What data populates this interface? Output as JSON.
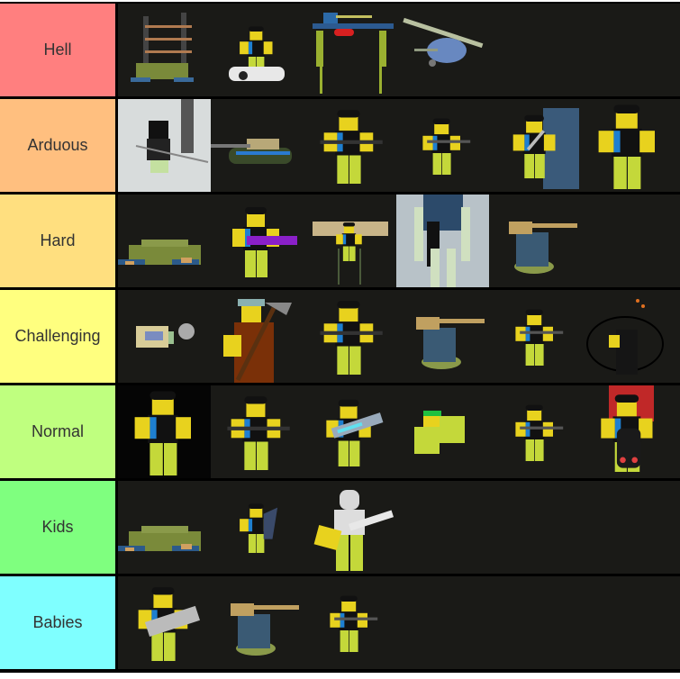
{
  "colors": {
    "background": "#1a1a17",
    "border": "#000000",
    "label_text": "#333333"
  },
  "tiers": [
    {
      "label": "Hell",
      "color": "#ff7f7f",
      "items": [
        {
          "name": "tesla-tower-unit",
          "bg": "#1a1a17",
          "kind": "tower"
        },
        {
          "name": "commander-on-vehicle-unit",
          "bg": "#1a1a17",
          "kind": "vehicle-rider"
        },
        {
          "name": "walker-mech-tank-unit",
          "bg": "#1a1a17",
          "kind": "mech"
        },
        {
          "name": "helicopter-unit",
          "bg": "#1a1a17",
          "kind": "heli"
        }
      ]
    },
    {
      "label": "Arduous",
      "color": "#ffbf7f",
      "items": [
        {
          "name": "flamethrower-soldier-snow-unit",
          "bg": "#d8dcdc",
          "kind": "soldier-snow"
        },
        {
          "name": "tank-unit",
          "bg": "#1a1a17",
          "kind": "tank"
        },
        {
          "name": "striped-rifle-soldier-unit",
          "bg": "#1a1a17",
          "kind": "soldier"
        },
        {
          "name": "helmet-rifle-soldier-unit",
          "bg": "#1a1a17",
          "kind": "soldier-small"
        },
        {
          "name": "engineer-wrench-unit",
          "bg": "#1a1a17",
          "kind": "engineer"
        },
        {
          "name": "heavy-armored-soldier-unit",
          "bg": "#1a1a17",
          "kind": "soldier-heavy"
        }
      ]
    },
    {
      "label": "Hard",
      "color": "#ffdf7f",
      "items": [
        {
          "name": "bunker-base-lights-unit",
          "bg": "#1a1a17",
          "kind": "bunker"
        },
        {
          "name": "purple-weapon-soldier-unit",
          "bg": "#1a1a17",
          "kind": "soldier-purple"
        },
        {
          "name": "tan-turret-walker-unit",
          "bg": "#1a1a17",
          "kind": "walker"
        },
        {
          "name": "pale-mech-robot-unit",
          "bg": "#b8c2c8",
          "kind": "robot"
        },
        {
          "name": "gold-turret-unit",
          "bg": "#1a1a17",
          "kind": "turret"
        }
      ]
    },
    {
      "label": "Challenging",
      "color": "#ffff7f",
      "items": [
        {
          "name": "crawling-grenadier-unit",
          "bg": "#1a1a17",
          "kind": "crawler"
        },
        {
          "name": "miner-pickaxe-unit",
          "bg": "#1a1a17",
          "kind": "miner"
        },
        {
          "name": "sniper-vest-soldier-unit",
          "bg": "#1a1a17",
          "kind": "soldier"
        },
        {
          "name": "cannon-turret-unit",
          "bg": "#1a1a17",
          "kind": "turret"
        },
        {
          "name": "minigun-soldier-unit",
          "bg": "#1a1a17",
          "kind": "soldier-small"
        },
        {
          "name": "electro-whip-soldier-unit",
          "bg": "#1a1a17",
          "kind": "whip"
        }
      ]
    },
    {
      "label": "Normal",
      "color": "#bfff7f",
      "items": [
        {
          "name": "blocky-soldier-closeup-unit",
          "bg": "#050505",
          "kind": "soldier-heavy"
        },
        {
          "name": "red-visor-soldier-unit",
          "bg": "#1a1a17",
          "kind": "soldier"
        },
        {
          "name": "laser-gun-soldier-unit",
          "bg": "#1a1a17",
          "kind": "laser"
        },
        {
          "name": "green-goggles-crouching-unit",
          "bg": "#1a1a17",
          "kind": "crouch"
        },
        {
          "name": "rifle-cap-soldier-unit",
          "bg": "#1a1a17",
          "kind": "soldier-small"
        },
        {
          "name": "jetpack-soldier-unit",
          "bg": "#1a1a17",
          "kind": "jetpack"
        }
      ]
    },
    {
      "label": "Kids",
      "color": "#7fff7f",
      "items": [
        {
          "name": "bunker-base-unit",
          "bg": "#1a1a17",
          "kind": "bunker"
        },
        {
          "name": "riot-shield-soldier-unit",
          "bg": "#1a1a17",
          "kind": "shield"
        },
        {
          "name": "white-armor-gunner-unit",
          "bg": "#1a1a17",
          "kind": "white-gunner"
        }
      ]
    },
    {
      "label": "Babies",
      "color": "#7fffff",
      "items": [
        {
          "name": "grenade-launcher-soldier-unit",
          "bg": "#1a1a17",
          "kind": "grenadier"
        },
        {
          "name": "basic-turret-unit",
          "bg": "#1a1a17",
          "kind": "turret"
        },
        {
          "name": "basic-rifle-soldier-unit",
          "bg": "#1a1a17",
          "kind": "soldier-small"
        }
      ]
    }
  ]
}
